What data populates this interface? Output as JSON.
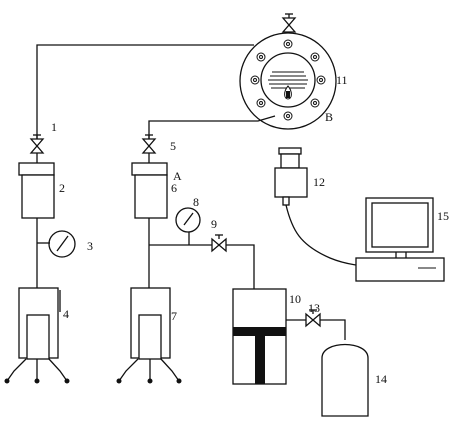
{
  "labels": {
    "n1": "1",
    "n2": "2",
    "n3": "3",
    "n4": "4",
    "n5": "5",
    "n6": "6",
    "n7": "7",
    "n8": "8",
    "n9": "9",
    "n10": "10",
    "n11": "11",
    "n12": "12",
    "n13": "13",
    "n14": "14",
    "n15": "15",
    "A": "A",
    "B": "B"
  },
  "colors": {
    "line": "#111111",
    "fill_dark": "#111111",
    "background": "#ffffff"
  }
}
